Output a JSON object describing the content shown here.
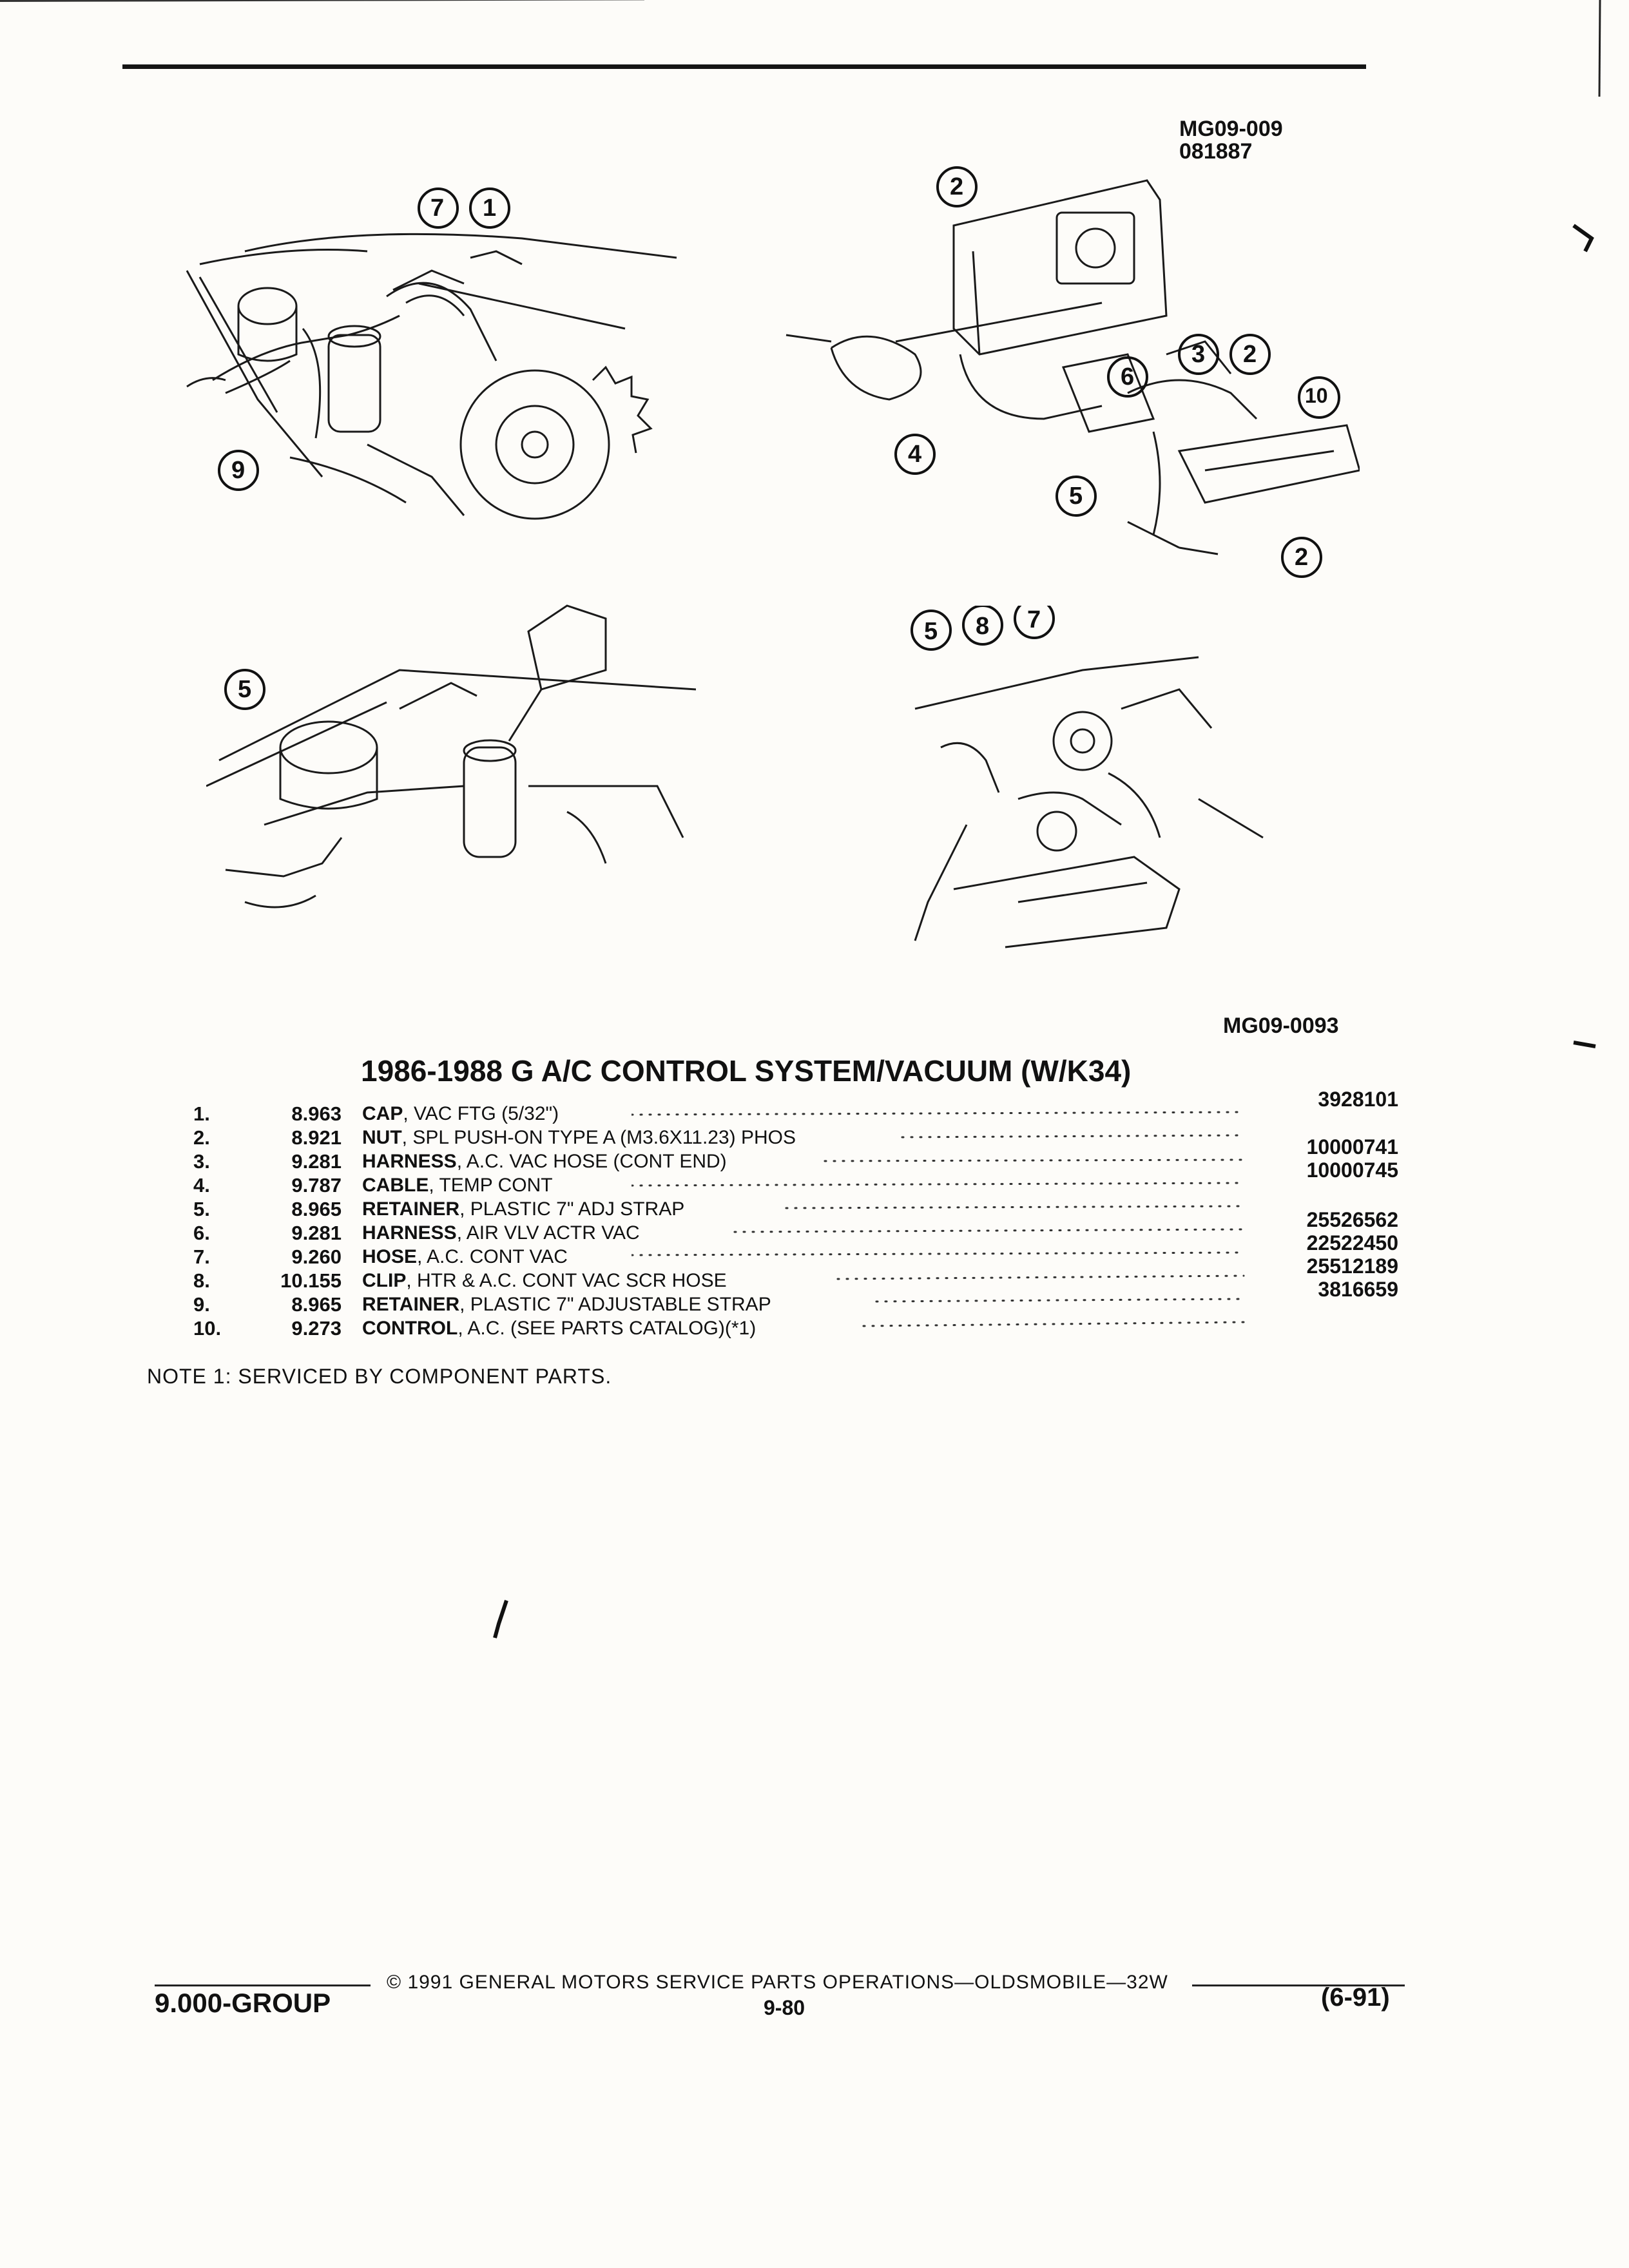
{
  "figure": {
    "id_top": "MG09-009",
    "id_top_date": "081887",
    "id_bottom": "MG09-0093",
    "callouts": {
      "c1": "1",
      "c2": "2",
      "c3": "3",
      "c4": "4",
      "c5": "5",
      "c6": "6",
      "c7": "7",
      "c8": "8",
      "c9": "9",
      "c10": "10"
    }
  },
  "title": "1986-1988 G A/C CONTROL SYSTEM/VACUUM (W/K34)",
  "parts": [
    {
      "num": "1.",
      "code": "8.963",
      "name": "CAP",
      "desc": ", VAC FTG (5/32\")"
    },
    {
      "num": "2.",
      "code": "8.921",
      "name": "NUT",
      "desc": ", SPL PUSH-ON TYPE A (M3.6X11.23) PHOS"
    },
    {
      "num": "3.",
      "code": "9.281",
      "name": "HARNESS",
      "desc": ", A.C. VAC HOSE (CONT END)"
    },
    {
      "num": "4.",
      "code": "9.787",
      "name": "CABLE",
      "desc": ", TEMP CONT"
    },
    {
      "num": "5.",
      "code": "8.965",
      "name": "RETAINER",
      "desc": ", PLASTIC 7\" ADJ STRAP"
    },
    {
      "num": "6.",
      "code": "9.281",
      "name": "HARNESS",
      "desc": ", AIR VLV ACTR VAC"
    },
    {
      "num": "7.",
      "code": "9.260",
      "name": "HOSE",
      "desc": ", A.C. CONT VAC"
    },
    {
      "num": "8.",
      "code": "10.155",
      "name": "CLIP",
      "desc": ", HTR & A.C. CONT VAC SCR HOSE"
    },
    {
      "num": "9.",
      "code": "8.965",
      "name": "RETAINER",
      "desc": ", PLASTIC 7\" ADJUSTABLE STRAP"
    },
    {
      "num": "10.",
      "code": "9.273",
      "name": "CONTROL",
      "desc": ", A.C. (SEE PARTS CATALOG)(*1)"
    }
  ],
  "part_numbers": [
    "3928101",
    "10000741",
    "10000745",
    "25526562",
    "22522450",
    "25512189",
    "3816659"
  ],
  "note": "NOTE  1:  SERVICED BY COMPONENT PARTS.",
  "footer": {
    "copyright": "© 1991 GENERAL MOTORS SERVICE PARTS OPERATIONS—OLDSMOBILE—32W",
    "group": "9.000-GROUP",
    "page": "9-80",
    "date": "(6-91)"
  }
}
